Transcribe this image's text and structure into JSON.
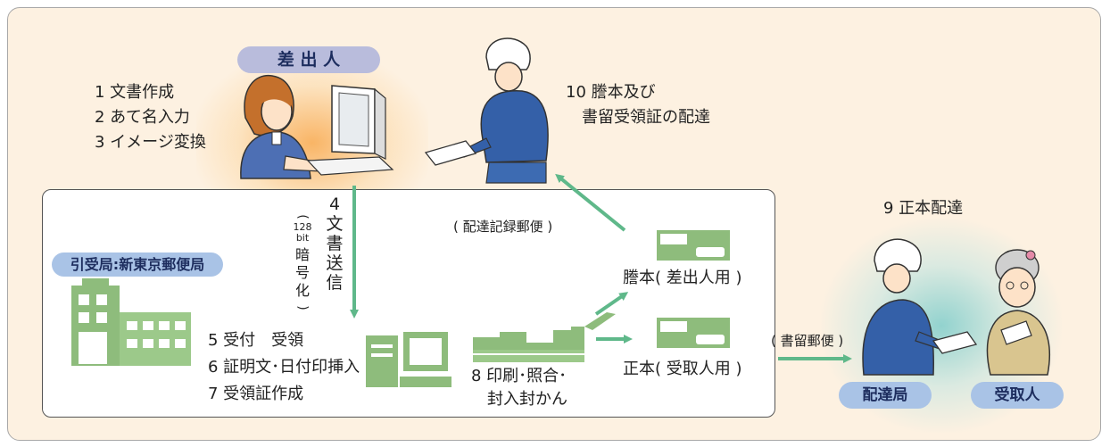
{
  "labels": {
    "sender": "差 出 人",
    "receiving_office": "引受局:新東京郵便局",
    "delivery_office": "配達局",
    "recipient": "受取人"
  },
  "steps": {
    "s1": "1 文書作成",
    "s2": "2 あて名入力",
    "s3": "3 イメージ変換",
    "s4_num": "4",
    "s4_chars": [
      "文",
      "書",
      "送",
      "信"
    ],
    "s4_note_top": "128",
    "s4_note_bit": "bit",
    "s4_note_chars": [
      "暗",
      "号",
      "化"
    ],
    "s5": "5 受付　受領",
    "s6": "6 証明文･日付印挿入",
    "s7": "7 受領証作成",
    "s8_line1": "8 印刷･照合･",
    "s8_line2": "封入封かん",
    "s9": "9 正本配達",
    "s10_line1": "10 謄本及び",
    "s10_line2": "書留受領証の配達"
  },
  "documents": {
    "copy": "謄本( 差出人用 )",
    "original": "正本( 受取人用 )"
  },
  "mail_types": {
    "delivery_record": "( 配達記録郵便 )",
    "registered": "( 書留郵便 )"
  },
  "colors": {
    "arrow_green": "#5fb88a",
    "machine_green": "#a7cf9a",
    "panel_bg": "#fdf1e1",
    "uniform_blue": "#3460a8"
  },
  "icons": [
    "sender-person-icon",
    "computer-icon",
    "mail-carrier-icon",
    "post-office-building-icon",
    "terminal-icon",
    "printer-machine-icon",
    "envelope-icon",
    "recipient-elder-icon"
  ]
}
